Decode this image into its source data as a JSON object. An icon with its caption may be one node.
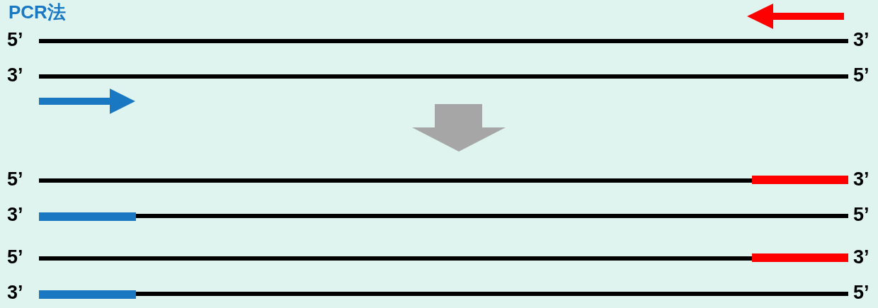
{
  "diagram": {
    "title": "PCR法",
    "labels": [
      "5’",
      "3’",
      "3’",
      "5’",
      "5’",
      "3’",
      "3’",
      "5’",
      "5’",
      "3’",
      "3’",
      "5’"
    ]
  }
}
